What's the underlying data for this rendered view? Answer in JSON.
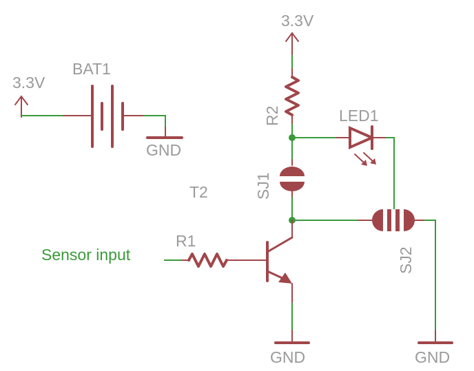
{
  "labels": {
    "supply_top": "3.3V",
    "supply_left": "3.3V",
    "battery": "BAT1",
    "gnd_battery": "GND",
    "resistor_r2": "R2",
    "led": "LED1",
    "jumper_sj1": "SJ1",
    "transistor": "T2",
    "resistor_r1": "R1",
    "sensor_input": "Sensor input",
    "jumper_sj2": "SJ2",
    "gnd_transistor": "GND",
    "gnd_right": "GND"
  },
  "colors": {
    "wire": "#3a9a3a",
    "symbol": "#a0464a",
    "label": "#9a9a9a",
    "net_label": "#3a9a3a"
  }
}
